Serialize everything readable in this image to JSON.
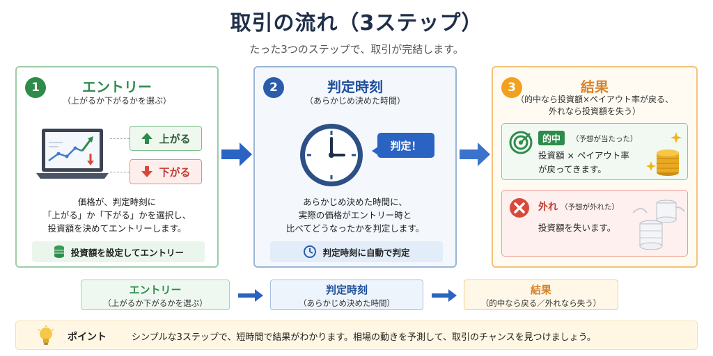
{
  "header": {
    "title": "取引の流れ（3ステップ）",
    "subtitle": "たった3つのステップで、取引が完結します。"
  },
  "step1": {
    "number": "1",
    "title": "エントリー",
    "sub": "（上がるか下がるかを選ぶ）",
    "up_label": "上がる",
    "down_label": "下がる",
    "desc": [
      "価格が、判定時刻に",
      "「上がる」か「下がる」かを選択し、",
      "投資額を決めてエントリーします。"
    ],
    "pill": "投資額を設定してエントリー"
  },
  "step2": {
    "number": "2",
    "title": "判定時刻",
    "sub": "（あらかじめ決めた時間）",
    "bubble": "判定！",
    "desc": [
      "あらかじめ決めた時間に、",
      "実際の価格がエントリー時と",
      "比べてどうなったかを判定します。"
    ],
    "pill": "判定時刻に自動で判定"
  },
  "step3": {
    "number": "3",
    "title": "結果",
    "sub": [
      "（的中なら投資額×ペイアウト率が戻る、",
      "外れなら投資額を失う）"
    ],
    "hit_tag": "的中",
    "hit_note": "（予想が当たった）",
    "hit_text": [
      "投資額 × ペイアウト率",
      "が戻ってきます。"
    ],
    "miss_label": "外れ",
    "miss_note": "（予想が外れた）",
    "miss_text": "投資額を失います。"
  },
  "summary": [
    {
      "title": "エントリー",
      "sub": "（上がるか下がるかを選ぶ）"
    },
    {
      "title": "判定時刻",
      "sub": "（あらかじめ決めた時間）"
    },
    {
      "title": "結果",
      "sub": "（的中なら戻る／外れなら失う）"
    }
  ],
  "point": {
    "label": "ポイント",
    "text": "シンプルな3ステップで、短時間で結果がわかります。相場の動きを予測して、取引のチャンスを見つけましょう。"
  },
  "colors": {
    "green": "#2e8b4b",
    "blue": "#2a5cab",
    "orange": "#f2a01f",
    "red": "#c03c2f",
    "arrow": "#2a63c2"
  },
  "icons": [
    "laptop-chart-icon",
    "up-arrow-icon",
    "down-arrow-icon",
    "coin-stack-icon",
    "clock-icon",
    "target-icon",
    "gold-coins-icon",
    "x-circle-icon",
    "flying-coins-icon",
    "lightbulb-icon"
  ]
}
